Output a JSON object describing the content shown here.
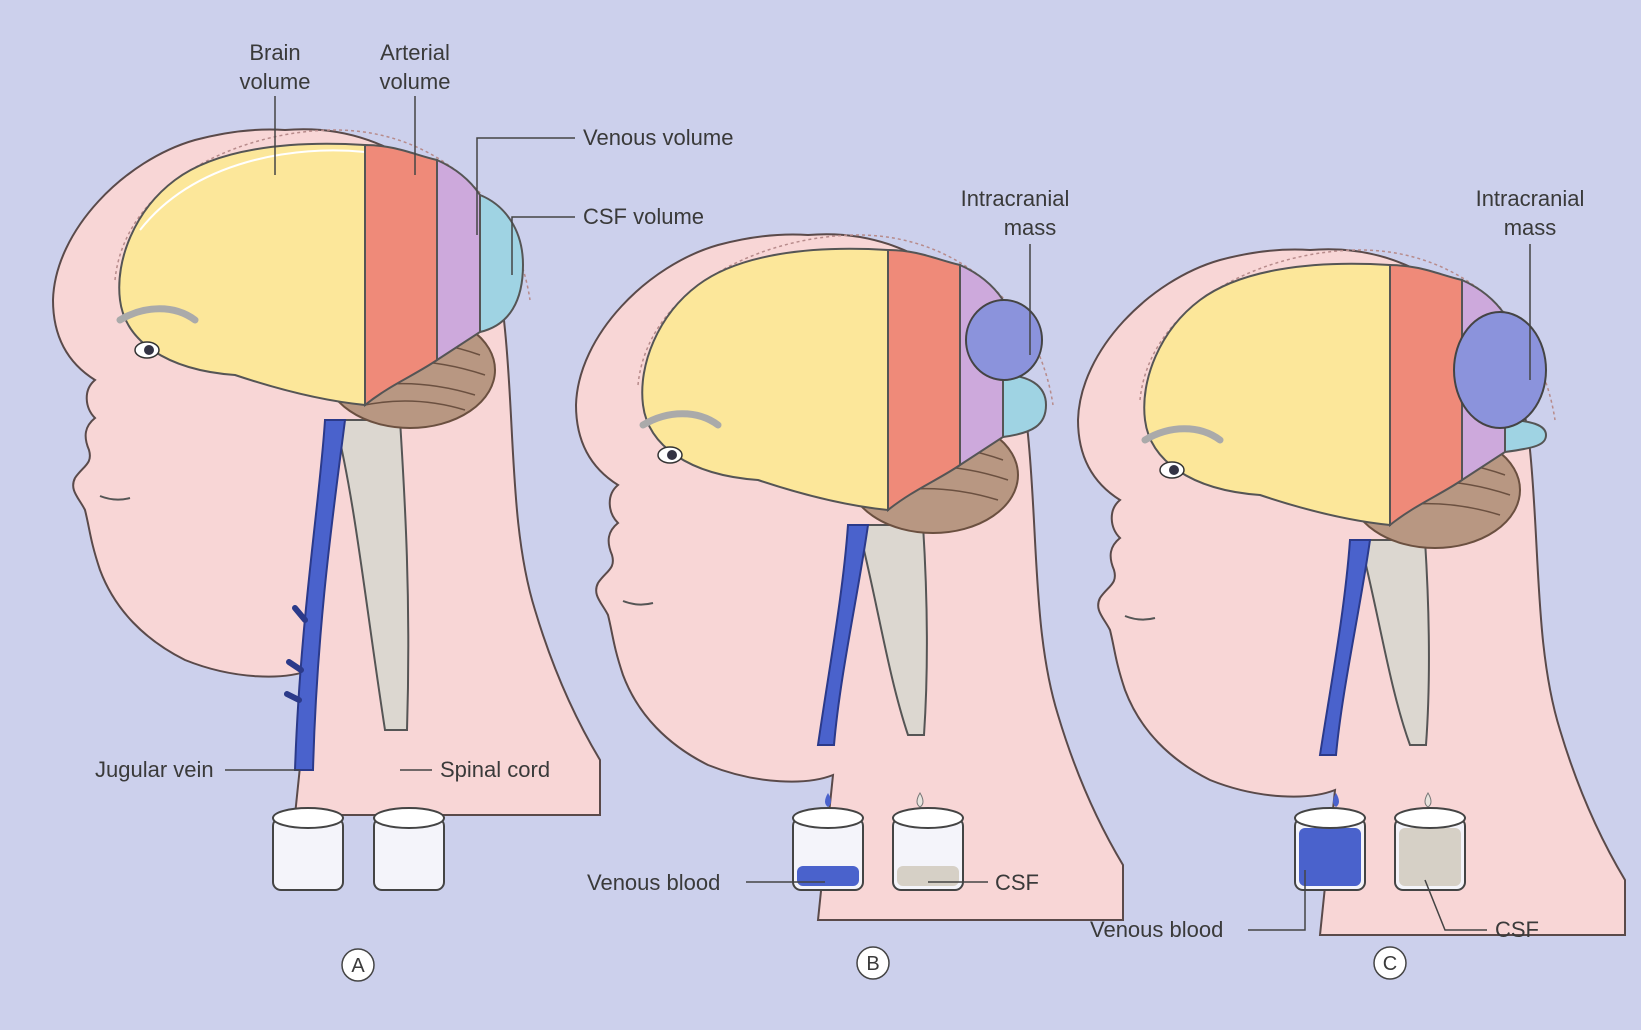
{
  "panel_a": {
    "labels": {
      "brain_volume_1": "Brain",
      "brain_volume_2": "volume",
      "arterial_volume_1": "Arterial",
      "arterial_volume_2": "volume",
      "venous_volume": "Venous volume",
      "csf_volume": "CSF volume",
      "jugular_vein": "Jugular vein",
      "spinal_cord": "Spinal cord"
    },
    "letter": "A"
  },
  "panel_b": {
    "labels": {
      "mass_1": "Intracranial",
      "mass_2": "mass",
      "venous_blood": "Venous blood",
      "csf": "CSF"
    },
    "letter": "B"
  },
  "panel_c": {
    "labels": {
      "mass_1": "Intracranial",
      "mass_2": "mass",
      "venous_blood": "Venous blood",
      "csf": "CSF"
    },
    "letter": "C"
  },
  "colors": {
    "background": "#ccd0ec",
    "skin": "#f8d6d6",
    "brain": "#fce79a",
    "arterial": "#ef8a79",
    "venous": "#cda9dc",
    "csf": "#9fd3e3",
    "mass": "#8b93dc",
    "cerebellum": "#b89782",
    "vein": "#4a62cc",
    "spinal_cord": "#dcd7d0"
  }
}
